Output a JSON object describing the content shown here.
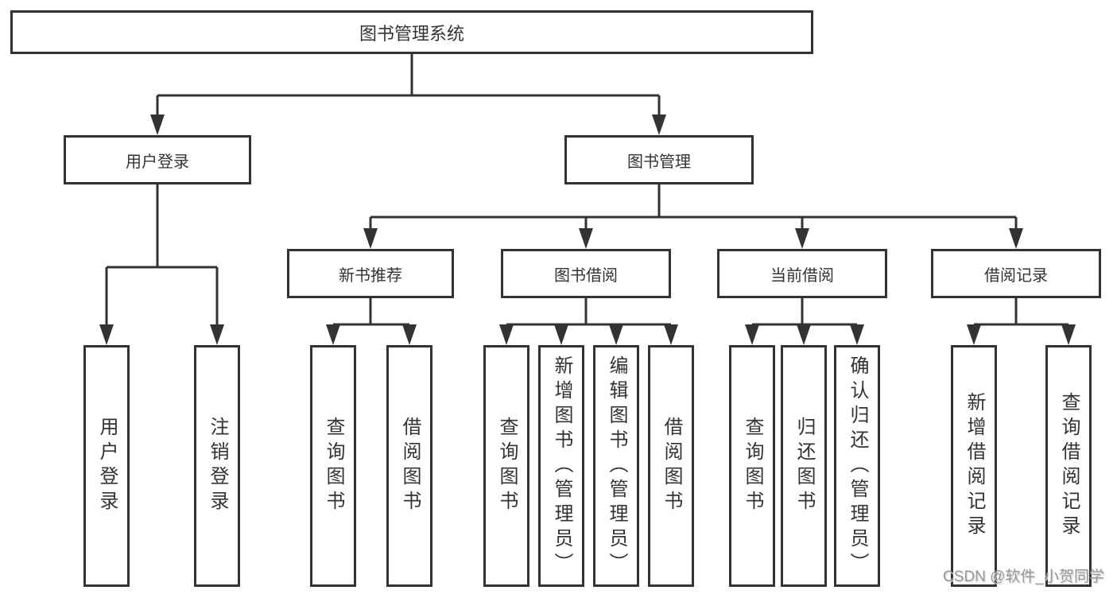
{
  "tree": {
    "root": "图书管理系统",
    "branches": [
      {
        "label": "用户登录",
        "children": [
          "用户登录",
          "注销登录"
        ]
      },
      {
        "label": "图书管理",
        "groups": [
          {
            "label": "新书推荐",
            "children": [
              "查询图书",
              "借阅图书"
            ]
          },
          {
            "label": "图书借阅",
            "children": [
              "查询图书",
              "新增图书（管理员）",
              "编辑图书（管理员）",
              "借阅图书"
            ]
          },
          {
            "label": "当前借阅",
            "children": [
              "查询图书",
              "归还图书",
              "确认归还（管理员）"
            ]
          },
          {
            "label": "借阅记录",
            "children": [
              "新增借阅记录",
              "查询借阅记录"
            ]
          }
        ]
      }
    ]
  },
  "watermark": {
    "text": "CSDN @软件_小贺同学"
  },
  "colors": {
    "line": "#333333",
    "box_border": "#333333",
    "text": "#333333",
    "watermark_text": "#969696",
    "background": "#ffffff"
  }
}
